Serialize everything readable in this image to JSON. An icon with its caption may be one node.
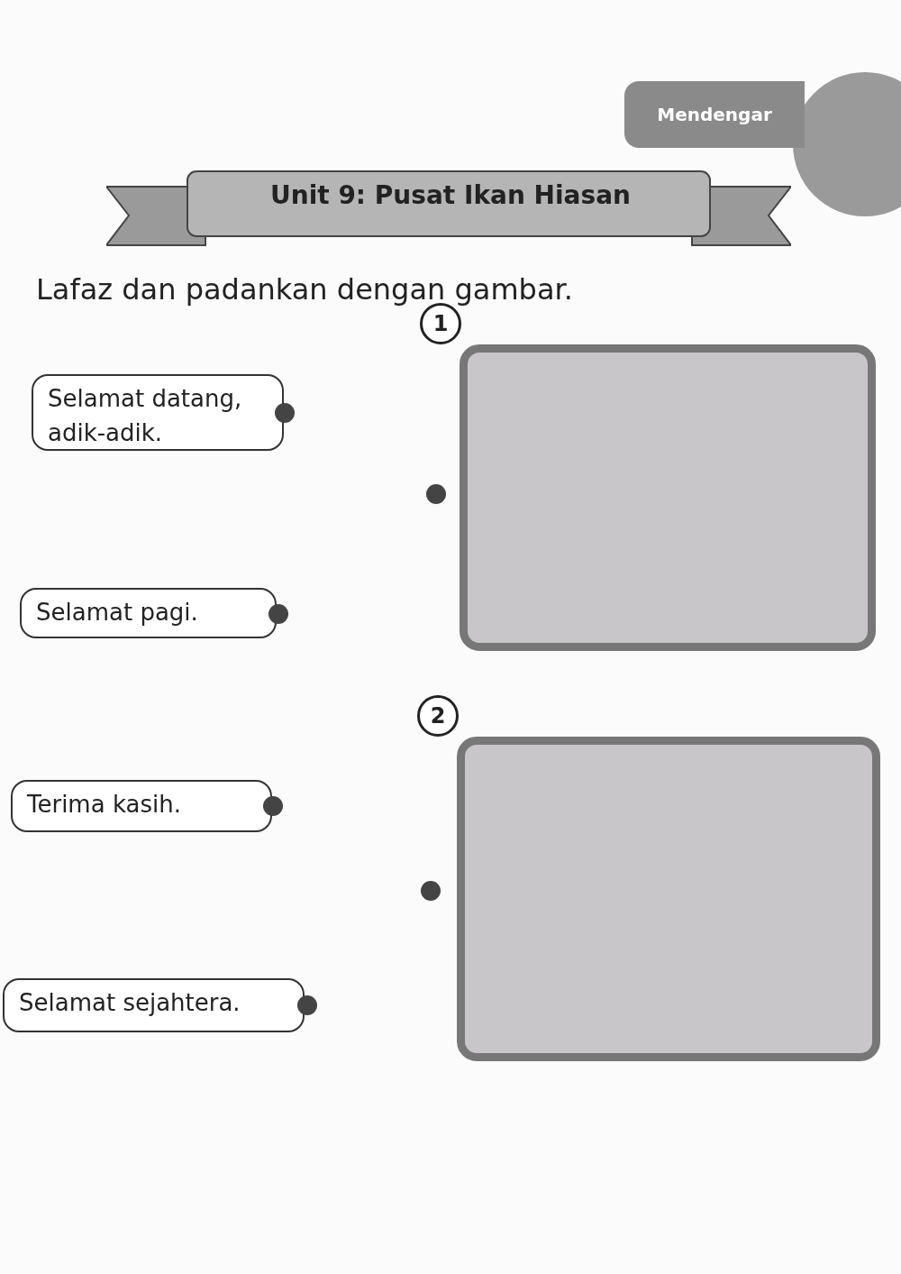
{
  "diagram": {
    "title": "Unit 9: Pusat Ikan Hiasan",
    "nodes": [
      {
        "text": [
          "Selamat datang, adik-adik."
        ]
      },
      {
        "text": [
          "Selamat pagi."
        ]
      },
      {
        "text": [
          "Terima kasih."
        ]
      },
      {
        "text": [
          "Selamat sejahtera."
        ]
      },
      {
        "text": [],
        "shape": "box",
        "beside": [
          "1"
        ]
      },
      {
        "text": [],
        "shape": "box",
        "beside": [
          "2"
        ]
      }
    ],
    "labels": [
      "Mendengar",
      "Lafaz dan padankan dengan gambar."
    ]
  }
}
